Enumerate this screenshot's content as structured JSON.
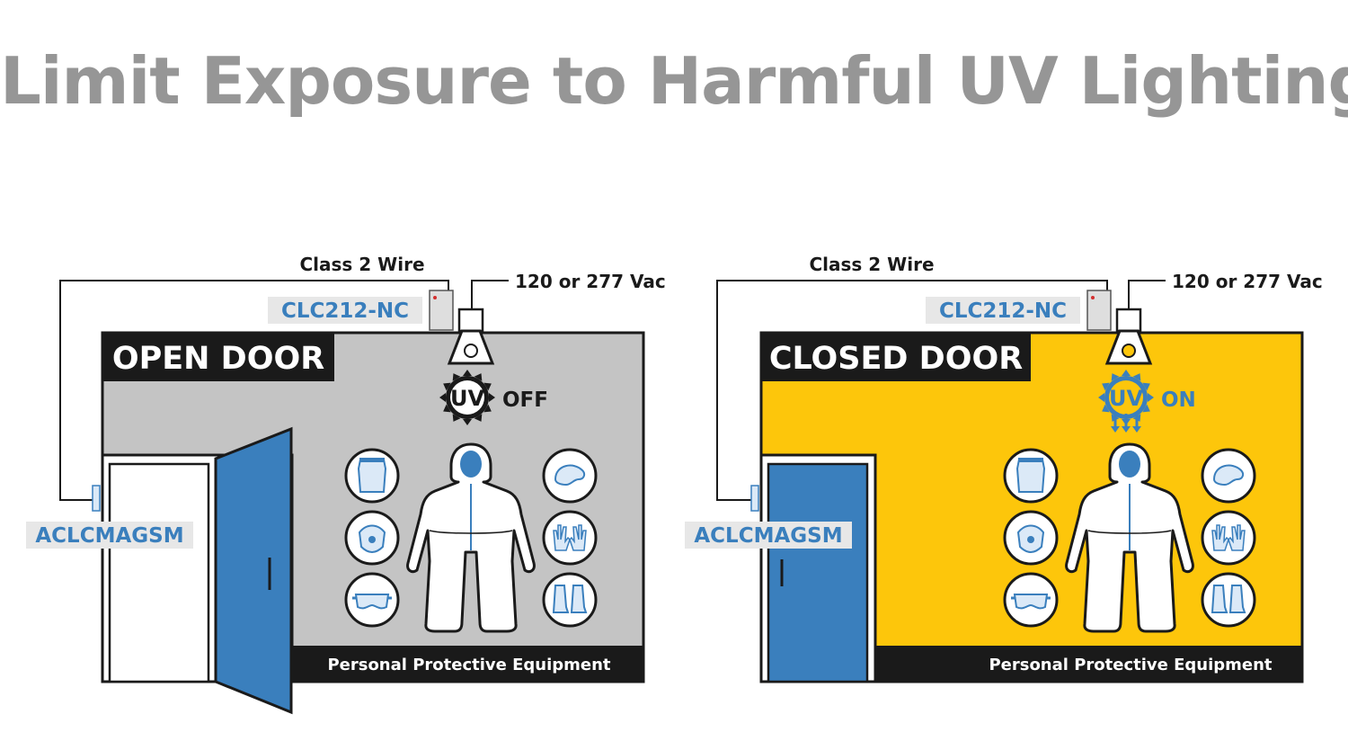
{
  "title": "Limit Exposure to Harmful UV Lighting",
  "colors": {
    "title_gray": "#969696",
    "room_gray": "#c4c4c4",
    "room_yellow": "#fdc60b",
    "blue": "#3a7fbd",
    "light_blue": "#dbe9f7",
    "dark": "#1a1a1a",
    "label_bg": "#e7e7e7"
  },
  "panels": [
    {
      "class2_wire": "Class 2 Wire",
      "power": "120 or 277 Vac",
      "controller": "CLC212-NC",
      "door_state": "OPEN DOOR",
      "uv_badge": "UV",
      "uv_status": "OFF",
      "sensor": "ACLCMAGSM",
      "ppe_caption": "Personal Protective Equipment"
    },
    {
      "class2_wire": "Class 2 Wire",
      "power": "120 or 277 Vac",
      "controller": "CLC212-NC",
      "door_state": "CLOSED DOOR",
      "uv_badge": "UV",
      "uv_status": "ON",
      "sensor": "ACLCMAGSM",
      "ppe_caption": "Personal Protective Equipment"
    }
  ]
}
